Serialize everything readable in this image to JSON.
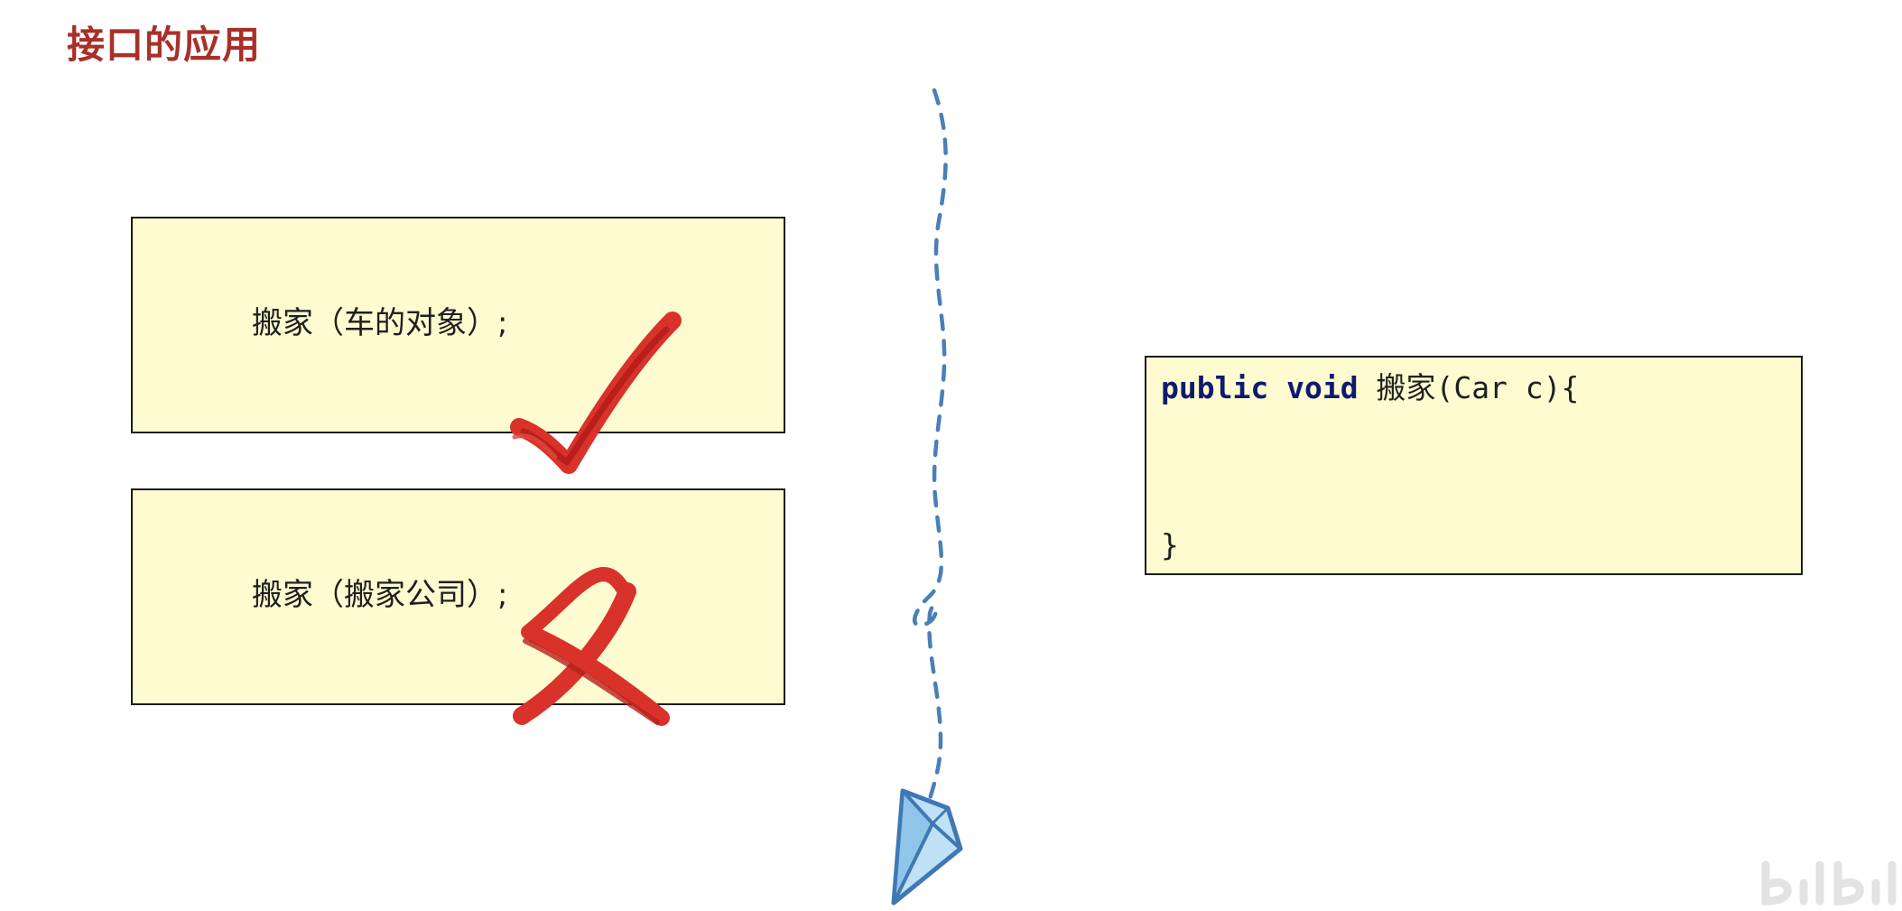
{
  "slide": {
    "title": "接口的应用"
  },
  "calls": {
    "valid": {
      "text": "搬家（车的对象）;",
      "mark": "checkmark-icon",
      "mark_color": "#d8322a"
    },
    "invalid": {
      "text": "搬家（搬家公司）;",
      "mark": "cross-icon",
      "mark_color": "#d8322a"
    }
  },
  "method": {
    "kw_public": "public",
    "kw_void": "void",
    "signature_rest": "搬家(Car c){",
    "close_brace": "}",
    "keyword_color": "#0f1a6e"
  },
  "decor": {
    "path_color": "#4a7fb8",
    "plane_icon": "paper-plane-icon",
    "box_fill": "#fdfbcf",
    "title_color": "#a8302a"
  }
}
